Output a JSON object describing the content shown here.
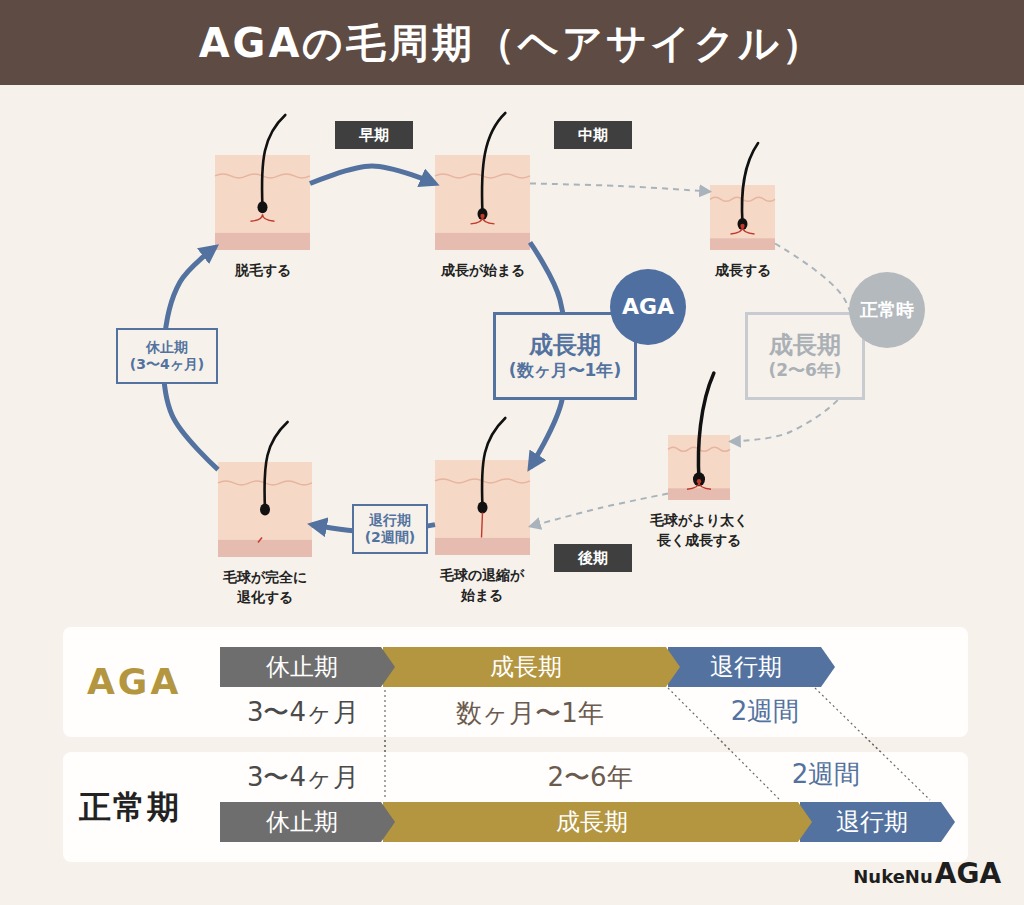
{
  "diagram": {
    "title": "AGAの毛周期（ヘアサイクル）",
    "nodes": [
      {
        "text": [
          "早期"
        ]
      },
      {
        "text": [
          "中期"
        ]
      },
      {
        "text": [
          "脱毛する"
        ]
      },
      {
        "text": [
          "成長が始まる"
        ]
      },
      {
        "text": [
          "成長する"
        ]
      },
      {
        "text": [
          "AGA"
        ]
      },
      {
        "text": [
          "正常時"
        ]
      },
      {
        "text": [
          "成長期",
          "(数ヶ月〜1年)"
        ]
      },
      {
        "text": [
          "成長期",
          "(2〜6年)"
        ]
      },
      {
        "text": [
          "休止期",
          "(3〜4ヶ月)"
        ]
      },
      {
        "text": [
          "毛球がより太く 長く成長する"
        ]
      },
      {
        "text": [
          "退行期",
          "(2週間)"
        ]
      },
      {
        "text": [
          "毛球が完全に 退化する"
        ]
      },
      {
        "text": [
          "毛球の退縮が 始まる"
        ]
      },
      {
        "text": [
          "後期"
        ]
      },
      {
        "text": [
          "AGA"
        ]
      },
      {
        "text": [
          "休止期"
        ],
        "in": 15
      },
      {
        "text": [
          "成長期"
        ],
        "in": 15
      },
      {
        "text": [
          "退行期"
        ],
        "in": 15
      },
      {
        "text": [
          "正常期"
        ]
      },
      {
        "text": [
          "休止期"
        ],
        "in": 19
      },
      {
        "text": [
          "成長期"
        ],
        "in": 19
      },
      {
        "text": [
          "退行期"
        ],
        "in": 19
      }
    ],
    "edges": [
      {
        "from": 2,
        "to": 3,
        "arrow": "to"
      },
      {
        "from": 3,
        "to": 13,
        "arrow": "to"
      },
      {
        "from": 13,
        "to": 12,
        "arrow": "to"
      },
      {
        "from": 12,
        "to": 2,
        "arrow": "to"
      },
      {
        "from": 3,
        "to": 4,
        "arrow": "to"
      },
      {
        "from": 4,
        "to": 10,
        "arrow": "to"
      },
      {
        "from": 10,
        "to": 13,
        "arrow": "to"
      }
    ],
    "labels": [
      "3〜4ヶ月",
      "数ヶ月〜1年",
      "2週間",
      "3〜4ヶ月",
      "2〜6年",
      "2週間",
      "NukeNu",
      "AGA"
    ]
  }
}
